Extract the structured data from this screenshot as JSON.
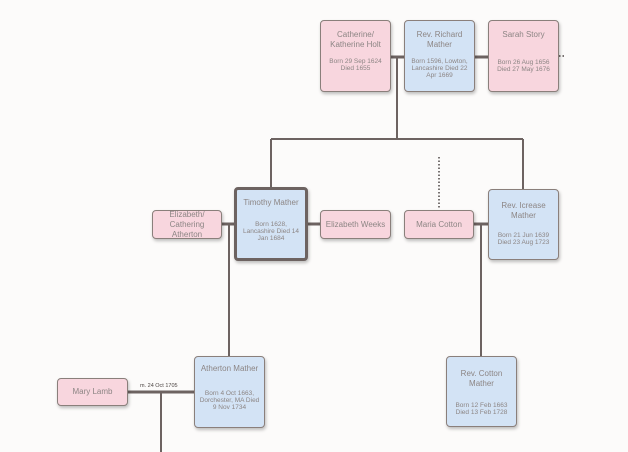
{
  "people": {
    "catherine_holt": {
      "name": "Catherine/ Katherine Holt",
      "dates": "Born 29 Sep 1624 Died 1655"
    },
    "richard_mather": {
      "name": "Rev. Richard Mather",
      "dates": "Born 1596, Lowton, Lancashire Died 22 Apr 1669"
    },
    "sarah_story": {
      "name": "Sarah Story",
      "dates": "Born 26 Aug 1656 Died 27 May 1676"
    },
    "elizabeth_atherton": {
      "name": "Elizabeth/ Cathering Atherton",
      "dates": ""
    },
    "timothy_mather": {
      "name": "Timothy Mather",
      "dates": "Born 1628, Lancashire Died 14 Jan 1684"
    },
    "elizabeth_weeks": {
      "name": "Elizabeth Weeks",
      "dates": ""
    },
    "maria_cotton": {
      "name": "Maria Cotton",
      "dates": ""
    },
    "increase_mather": {
      "name": "Rev. Icrease Mather",
      "dates": "Born 21 Jun 1639 Died 23 Aug 1723"
    },
    "mary_lamb": {
      "name": "Mary Lamb",
      "dates": ""
    },
    "atherton_mather": {
      "name": "Atherton Mather",
      "dates": "Born 4 Oct 1663, Dorchester, MA Died 9 Nov 1734"
    },
    "cotton_mather": {
      "name": "Rev. Cotton Mather",
      "dates": "Born 12 Feb 1663 Died 13 Feb 1728"
    }
  },
  "marriage_label": "m. 24 Oct 1705",
  "colors": {
    "female": "#f8d6de",
    "male": "#d3e3f5",
    "line": "#6d6361"
  }
}
